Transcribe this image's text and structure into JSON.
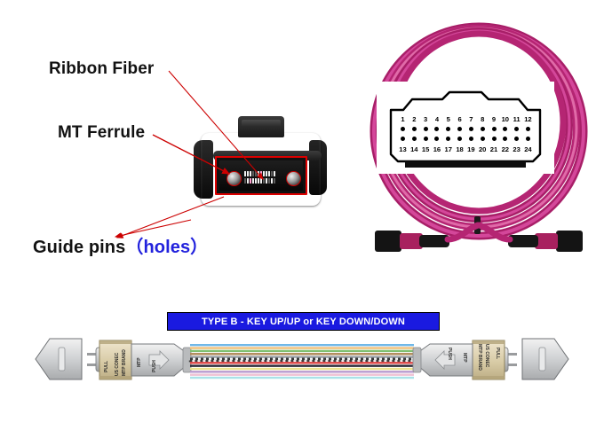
{
  "panel_a": {
    "title": "MPO connector end-face annotated photo",
    "callouts": [
      {
        "id": "ribbon-fiber",
        "text": "Ribbon Fiber"
      },
      {
        "id": "mt-ferrule",
        "text": "MT Ferrule"
      }
    ],
    "guide_label": {
      "main": "Guide pins",
      "paren": "（holes）"
    },
    "highlight_color": "#dd0000",
    "leader_color": "#cc0000",
    "ferrule": {
      "guide_hole_count": 2,
      "fiber_rows": 2,
      "fibers_per_row": 12
    }
  },
  "panel_b": {
    "title": "MPO trunk cable with 24-fiber end-face pinout",
    "cable_color": "#c22a7c",
    "cable_jacket_highlight": "#e06aa8",
    "connector_color": "#141414",
    "boot_color": "#a8215f",
    "pinout": {
      "rows": [
        {
          "name": "top-row",
          "positions": [
            "1",
            "2",
            "3",
            "4",
            "5",
            "6",
            "7",
            "8",
            "9",
            "10",
            "11",
            "12"
          ]
        },
        {
          "name": "bottom-row",
          "positions": [
            "13",
            "14",
            "15",
            "16",
            "17",
            "18",
            "19",
            "20",
            "21",
            "22",
            "23",
            "24"
          ]
        }
      ],
      "fiber_count": 24,
      "dot_color": "#000000",
      "shell_fill": "#ffffff",
      "shell_stroke": "#000000"
    }
  },
  "panel_c": {
    "banner": {
      "text": "TYPE B - KEY UP/UP or KEY DOWN/DOWN",
      "bg": "#1a1ae0",
      "fg": "#ffffff"
    },
    "connector_labels": {
      "pull": "PULL",
      "push": "PUSH",
      "mtp": "MTP",
      "brand": "US CONEC\nMTP BRAND"
    },
    "end_caps": {
      "count": 2,
      "fill": "#c9cbcd"
    },
    "ribbon": {
      "fiber_count": 12,
      "colors": [
        {
          "name": "blue",
          "hex": "#6fb8e8"
        },
        {
          "name": "orange",
          "hex": "#f0c079"
        },
        {
          "name": "green",
          "hex": "#7fbf6f"
        },
        {
          "name": "brown",
          "hex": "#b08a5a"
        },
        {
          "name": "slate",
          "hex": "#9aa0a6"
        },
        {
          "name": "white",
          "hex": "#e9e9e9"
        },
        {
          "name": "red",
          "hex": "#e04545"
        },
        {
          "name": "black",
          "hex": "#2a2a3a"
        },
        {
          "name": "yellow",
          "hex": "#ece28a"
        },
        {
          "name": "violet",
          "hex": "#b89ad0"
        },
        {
          "name": "rose",
          "hex": "#efc2d4"
        },
        {
          "name": "aqua",
          "hex": "#a9e2e8"
        }
      ]
    }
  }
}
